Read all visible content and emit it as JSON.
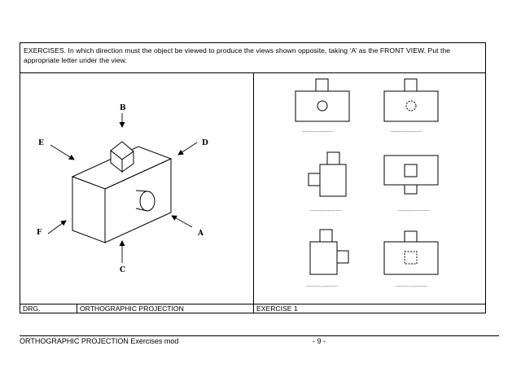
{
  "instructions": "EXERCISES. In which direction must the object be viewed to produce the views shown opposite, taking ‘A’ as the FRONT VIEW.  Put the appropriate letter under the view.",
  "title_block": {
    "drg_label": "DRG.",
    "title": "ORTHOGRAPHIC PROJECTION",
    "exercise": "EXERCISE 1"
  },
  "directions": {
    "a": "A",
    "b": "B",
    "c": "C",
    "d": "D",
    "e": "E",
    "f": "F"
  },
  "answer_blank": "....................",
  "footer": {
    "left": "ORTHOGRAPHIC PROJECTION Exercises mod",
    "page": "- 9 -"
  }
}
